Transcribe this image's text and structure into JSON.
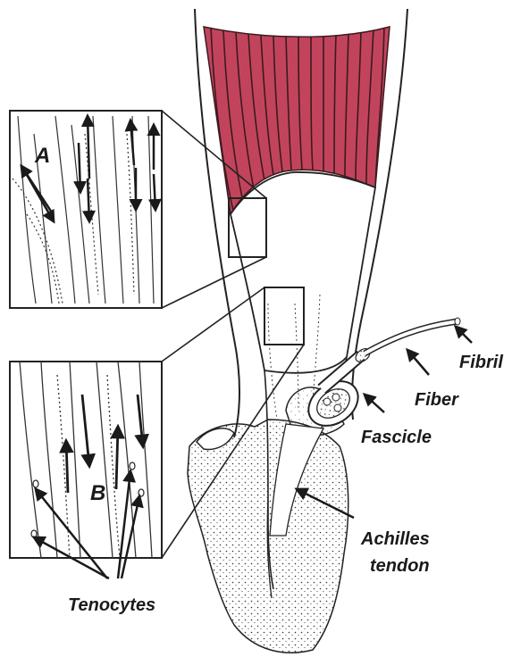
{
  "labels": {
    "fibril": "Fibril",
    "fiber": "Fiber",
    "fascicle": "Fascicle",
    "achilles_line1": "Achilles",
    "achilles_line2": "tendon",
    "tenocytes": "Tenocytes",
    "panel_a": "A",
    "panel_b": "B"
  },
  "colors": {
    "muscle": "#c2445c",
    "muscle_lines": "#3b1a1f",
    "ink": "#1a1a1a",
    "background": "#ffffff"
  }
}
